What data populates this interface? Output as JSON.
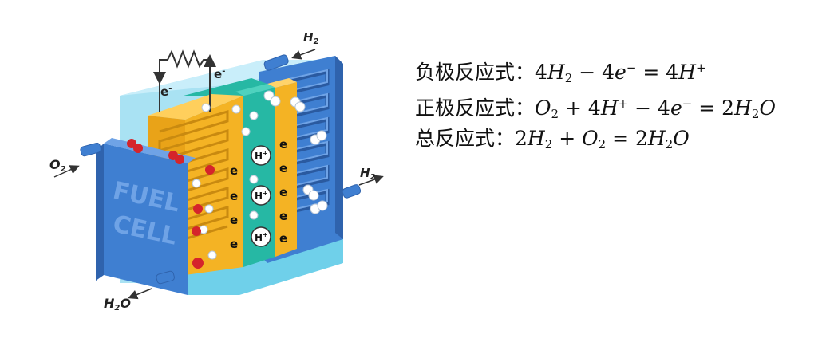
{
  "diagram": {
    "panel_label_line1": "FUEL",
    "panel_label_line2": "CELL",
    "labels": {
      "h2_in": "H",
      "h2_in_sub": "2",
      "h2_out": "H",
      "h2_out_sub": "2",
      "o2_in": "O",
      "o2_in_sub": "2",
      "h2o_out_a": "H",
      "h2o_out_sub": "2",
      "h2o_out_b": "O",
      "electron": "e",
      "electron_sup": "-",
      "proton": "H",
      "proton_sup": "+"
    },
    "colors": {
      "frame_blue": "#3f7fd1",
      "frame_blue_dark": "#2f63ad",
      "electrolyte_teal": "#26b8a4",
      "electrode_yellow": "#f4b324",
      "glass_cyan": "#a9e2f3",
      "oxygen_red": "#d5242b",
      "hydrogen_white": "#ffffff"
    }
  },
  "equations": {
    "anode": {
      "label": "负极反应式：",
      "parts": [
        "4",
        "H",
        "2",
        " − 4",
        "e",
        "−",
        " = 4",
        "H",
        "+"
      ]
    },
    "cathode": {
      "label": "正极反应式：",
      "parts": [
        "O",
        "2",
        " + 4",
        "H",
        "+",
        " − 4",
        "e",
        "−",
        " = 2",
        "H",
        "2",
        "O"
      ]
    },
    "overall": {
      "label": "总反应式：",
      "parts": [
        "2",
        "H",
        "2",
        " + ",
        "O",
        "2",
        " = 2",
        "H",
        "2",
        "O"
      ]
    }
  }
}
